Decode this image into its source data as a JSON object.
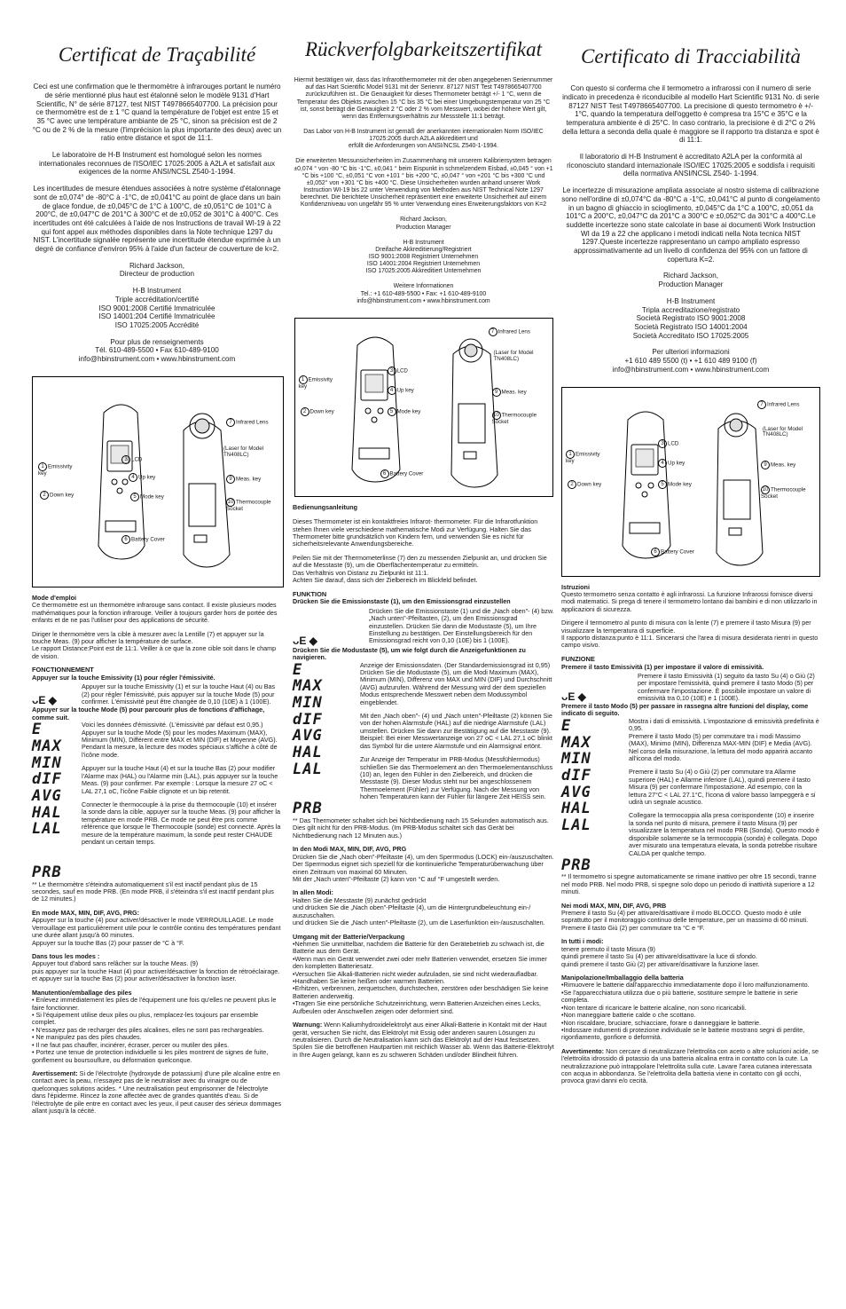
{
  "fr": {
    "title": "Certificat de Traçabilité",
    "intro": "Ceci est une confirmation que le thermomètre à infrarouges portant le numéro de série mentionné plus haut est étalonné selon le modèle 9131 d'Hart Scientific, N° de série 87127, test NIST T4978665407700. La précision pour ce thermomètre est de ± 1 °C quand la température de l'objet est entre 15 et 35 °C avec une température ambiante de 25 °C, sinon sa précision est de 2 °C ou de 2 % de la mesure (l'imprécision la plus importante des deux) avec un ratio entre distance et spot de 11:1.",
    "lab": "Le laboratoire de H-B Instrument est homologué selon les normes internationales reconnues de l'ISO/IEC 17025:2005 à A2LA et satisfait aux exigences de la norme ANSI/NCSL Z540-1-1994.",
    "uncert": "Les incertitudes de mesure étendues associées à notre système d'étalonnage sont de ±0,074° de -80°C à -1°C, de ±0,041°C au point de glace dans un bain de glace fondue, de ±0,045°C de 1°C à 100°C, de ±0,051°C de 101°C à 200°C, de ±0,047°C de 201°C à 300°C et de ±0,052 de 301°C à 400°C. Ces incertitudes ont été calculées à l'aide de nos Instructions de travail WI-19 à 22 qui font appel aux méthodes disponibles dans la Note technique 1297 du NIST. L'incertitude signalée représente une incertitude étendue exprimée à un degré de confiance d'environ 95% à l'aide d'un facteur de couverture de k=2.",
    "sign": "Richard Jackson,\nDirecteur de production",
    "company": "H-B Instrument\nTriple accréditation/certifié\nISO 9001:2008 Certifié Immatriculée\nISO 14001:204 Certifié Immatriculée\nISO 17025:2005 Accrédité",
    "contact": "Pour plus de renseignements\nTél. 610-489-5500 • Fax 610-489-9100\ninfo@hbinstrument.com • www.hbinstrument.com",
    "mode_title": "Mode d'emploi",
    "mode_p1": "Ce thermomètre est un thermomètre infrarouge sans contact. Il existe plusieurs modes mathématiques pour la fonction infrarouge. Veiller à toujours garder hors de portée des enfants et de ne pas l'utiliser pour des applications de sécurité.",
    "mode_p2": "Diriger le thermomètre vers la cible à mesurer avec la Lentille (7) et appuyer sur la touche Meas. (9) pour afficher la température de surface.\nLe rapport Distance:Point est de 11:1. Veiller à ce que la zone cible soit dans le champ de vision.",
    "func_title": "FONCTIONNEMENT",
    "func_sub1": "Appuyer sur la touche Emissivity (1) pour régler l'émissivité.",
    "func_emi": "Appuyer sur la touche Emissivity (1) et sur la touche Haut (4) ou Bas (2) pour régler l'émissivité, puis appuyer sur la touche Mode (5) pour confirmer. L'émissivité peut être changée de 0,10 (10E) à 1 (100E).",
    "func_sub2": "Appuyer sur la touche Mode (5) pour parcourir plus de fonctions d'affichage, comme suit.",
    "func_m1": "Voici les données d'émissivité. (L'émissivité par défaut est 0,95.)\nAppuyer sur la touche Mode (5) pour les modes Maximum (MAX), Minimum (MIN), Différent entre MAX et MIN (DIF) et Moyenne (AVG). Pendant la mesure, la lecture des modes spéciaux s'affiche à côté de l'icône mode.",
    "func_m2": "Appuyer sur la touche Haut (4) et sur la touche Bas (2) pour modifier l'Alarme max (HAL) ou l'Alarme min (LAL), puis appuyer sur la touche Meas. (9) pour confirmer. Par exemple : Lorsque la mesure 27 oC < LAL 27,1 oC, l'icône Faible clignote et un bip retentit.",
    "func_m3": "Connecter le thermocouple à la prise du thermocouple (10) et insérer la sonde dans la cible, appuyer sur la touche Meas. (9) pour afficher la température en mode PRB. Ce mode ne peut être pris comme référence que lorsque le Thermocouple (sonde) est connecté. Après la mesure de la température maximum, la sonde peut rester CHAUDE pendant un certain temps.",
    "note": "** Le thermomètre s'éteindra automatiquement s'il est inactif pendant plus de 15 secondes, sauf en mode PRB. (En mode PRB, il s'éteindra s'il est inactif pendant plus de 12 minutes.)",
    "modes_title": "En mode MAX, MIN, DIF, AVG, PRG:",
    "modes_text": "Appuyer sur la touche (4) pour activer/désactiver le mode VERROUILLAGE. Le mode Verrouillage est particulièrement utile pour le contrôle continu des températures pendant une durée allant jusqu'à 60 minutes.\nAppuyer sur la touche Bas (2) pour passer de °C à °F.",
    "all_title": "Dans tous les modes :",
    "all_text": "Appuyer tout d'abord sans relâcher sur la touche Meas. (9)\npuis appuyer sur la touche Haut (4) pour activer/désactiver la fonction de rétroéclairage.\net appuyer sur la touche Bas (2) pour activer/désactiver la fonction laser.",
    "batt_title": "Manutention/emballage des piles",
    "batt_text": "• Enlevez immédiatement les piles de l'équipement une fois qu'elles ne peuvent plus le faire fonctionner.\n• Si l'équipement utilise deux piles ou plus, remplacez-les toujours par ensemble complet.\n• N'essayez pas de recharger des piles alcalines, elles ne sont pas rechargeables.\n• Ne manipulez pas des piles chaudes.\n• Il ne faut pas chauffer, incinérer, écraser, percer ou mutiler des piles.\n• Portez une tenue de protection individuelle si les piles montrent de signes de fuite, gonflement ou boursouflure, ou déformation quelconque.",
    "warn_label": "Avertissement:",
    "warn_text": "Si de l'électrolyte (hydroxyde de potassium) d'une pile alcaline entre en contact avec la peau, n'essayez pas de le neutraliser avec du vinaigre ou de quelconques solutions acides. * Une neutralisation peut emprisonner de l'électrolyte dans l'épiderme. Rincez la zone affectée avec de grandes quantités d'eau. Si de l'électrolyte de pile entre en contact avec les yeux, il peut causer des sérieux dommages allant jusqu'à la cécité."
  },
  "de": {
    "title": "Rückverfolgbarkeitszertifikat",
    "intro": "Hiermit bestätigen wir, dass das Infrarotthermometer mit der oben angegebenen Seriennummer auf das Hart Scientific Model 9131 mit der Seriennr. 87127 NIST Test T4978665407700 zurückzuführen ist.. Die Genauigkeit für dieses Thermometer beträgt +/- 1 °C, wenn die Temperatur des Objekts zwischen 15 °C bis 35 °C bei einer Umgebungstemperatur von 25 °C ist, sonst beträgt die Genauigkeit 2 °C oder 2 % vom Messwert, wobei der höhere Wert gilt, wenn das Entfernungsverhältnis zur Messstelle 11:1 beträgt.",
    "lab": "Das Labor von H-B Instrument ist gemäß der anerkannten internationalen Norm ISO/IEC 17025:2005 durch A2LA akkreditiert und\nerfüllt die Anforderungen von ANSI/NCSL Z540-1-1994.",
    "uncert": "Die erweiterten Messunsicherheiten im Zusammenhang mit unserem Kalibriersystem betragen ±0,074 ° von -80 °C bis -1°C, ±0,041 ° beim Eispunkt in schmelzendem Eisbad, ±0,045 ° von +1 °C bis +100 °C, ±0,051 °C von +101 ° bis +200 °C, ±0,047 ° von +201 °C bis +300 °C und ±0,052° von +301 °C bis +400 °C. Diese Unsicherheiten wurden anhand unserer Work Instruction WI-19 bis 22 unter Verwendung von Methoden aus NIST Technical Note 1297 berechnet. Die berichtete Unsicherheit repräsentiert eine erweiterte Unsicherheit auf einem Konfidenzniveau von ungefähr 95 % unter Verwendung eines Erweiterungsfaktors von K=2",
    "sign": "Richard Jackson,\nProduction Manager",
    "company": "H-B Instrument\nDreifache Akkreditierung/Registriert\nISO 9001:2008 Registriert Unternehmen\nISO 14001:2004 Registriert Unternehmen\nISO 17025:2005 Akkreditiert Unternehmen",
    "contact": "Weitere Informationen\nTel.: +1 610-489-5500 • Fax: +1 610-489-9100\ninfo@hbinstrument.com • www.hbinstrument.com",
    "mode_title": "Bedienungsanleitung",
    "mode_p1": "Dieses Thermometer ist ein kontaktfreies Infrarot- thermometer. Für die Infrarotfunktion stehen Ihnen viele verschiedene mathematische Modi zur Verfügung. Halten Sie das Thermometer bitte grundsätzlich von Kindern fern, und verwenden Sie es nicht für sicherheitsrelevante Anwendungsbereiche.",
    "mode_p2": "Peilen Sie mit der Thermometerlinse (7) den zu messenden Zielpunkt an, und drücken Sie auf die Messtaste (9), um die Oberflächentemperatur zu ermitteln.\nDas Verhältnis von Distanz zu Zielpunkt ist 11:1.\nAchten Sie darauf, dass sich der Zielbereich im Blickfeld befindet.",
    "func_title": "FUNKTION",
    "func_sub1": "Drücken Sie die Emissionstaste (1), um den Emissionsgrad einzustellen",
    "func_emi": "Drücken Sie die Emissionstaste (1) und die „Nach oben\"- (4) bzw. „Nach unten\"-Pfeiltasten, (2), um den Emissionsgrad einzustellen. Drücken Sie dann die Modustaste (5), um Ihre Einstellung zu bestätigen. Der Einstellungsbereich für den Emissionsgrad reicht von 0,10 (10E) bis 1 (100E).",
    "func_sub2": "Drücken Sie die Modustaste (5), um wie folgt durch die Anzeigefunktionen zu navigieren.",
    "func_m1": "Anzeige der Emissionsdaten. (Der Standardemissionsgrad ist 0,95)\nDrücken Sie die Modustaste (5), um die Modi Maximum (MAX), Minimum (MIN), Differenz von MAX und MIN (DIF) und Durchschnitt (AVG) aufzurufen. Während der Messung wird der dem speziellen Modus entsprechende Messwert neben dem Modussymbol eingeblendet.",
    "func_m2": "Mit den „Nach oben\"- (4) und „Nach unten\"-Pfeiltaste (2) können Sie von der hohen Alarmstufe (HAL) auf die niedrige Alarmstufe (LAL) umstellen. Drücken Sie dann zur Bestätigung auf die Messtaste (9). Beispiel: Bei einer Messwertanzeige von 27 oC < LAL 27,1 oC blinkt das Symbol für die untere Alarmstufe und ein Alarmsignal ertönt.",
    "func_m3": "Zur Anzeige der Temperatur im PRB-Modus (Messfühlermodus) schließen Sie das Thermoelement an den Thermoelementanschluss (10) an, legen den Fühler in den Zielbereich, und drücken die Messtaste (9). Dieser Modus steht nur bei angeschlossenem Thermoelement (Fühler) zur Verfügung.  Nach der Messung von hohen Temperaturen kann der Fühler für längere Zeit HEISS sein.",
    "note": "** Das Thermometer schaltet sich bei Nichtbedienung nach 15 Sekunden automatisch aus. Dies gilt nicht für den PRB-Modus. (Im PRB-Modus schaltet sich das Gerät bei Nichtbedienung nach 12 Minuten aus.)",
    "modes_title": "In den Modi MAX, MIN, DIF, AVG, PRG",
    "modes_text": "Drücken Sie die „Nach oben\"-Pfeiltaste (4), um den Sperrmodus (LOCK) ein-/auszuschalten. Der Sperrmodus eignet sich speziell für die kontinuierliche Temperaturüberwachung über einen Zeitraum von maximal 60 Minuten.\nMit der „Nach unten\"-Pfeiltaste (2) kann von °C auf °F umgestellt werden.",
    "all_title": "In allen Modi:",
    "all_text": "Halten Sie die Messtaste (9) zunächst gedrückt\nund drücken Sie die „Nach oben\"-Pfeiltaste (4), um die Hintergrundbeleuchtung ein-/ auszuschalten.\nund drücken Sie die „Nach unten\"-Pfeiltaste (2), um die Laserfunktion ein-/auszuschalten.",
    "batt_title": "Umgang mit der Batterie/Verpackung",
    "batt_text": "•Nehmen Sie unmittelbar, nachdem die Batterie für den Gerätebetrieb zu schwach ist, die Batterie aus dem Gerät.\n•Wenn man ein Gerät verwendet zwei oder mehr Batterien verwendet, ersetzen Sie immer den kompletten Batteriesatz.\n•Versuchen Sie Alkali-Batterien nicht wieder aufzuladen, sie sind nicht wiederaufladbar.\n•Handhaben Sie keine heißen oder warmen Batterien.\n•Erhitzen, verbrennen, zerquetschen, durchstechen, zerstören oder beschädigen Sie keine Batterien anderweitig.\n•Tragen Sie eine persönliche Schutzeinrichtung, wenn Batterien Anzeichen eines Lecks, Aufbeulen oder Anschwellen zeigen oder deformiert sind.",
    "warn_label": "Warnung:",
    "warn_text": "Wenn Kaliumhydroxidelektrolyt aus einer Alkali-Batterie in Kontakt mit der Haut gerät, versuchen Sie nicht, das Elektrolyt mit Essig oder anderen sauren Lösungen zu neutralisieren. Durch die Neutralisation kann sich das Elektrolyt auf der Haut festsetzen. Spülen Sie die betroffenen Hautpartien mit reichlich Wasser ab. Wenn das Batterie-Elektrolyt in Ihre Augen gelangt, kann es zu schweren Schäden und/oder Blindheit führen."
  },
  "it": {
    "title": "Certificato di Tracciabilità",
    "intro": "Con questo si conferma che il termometro a infrarossi con il numero di serie indicato in precedenza è riconducibile al modello Hart Scientific 9131 No. di serie 87127 NIST Test T4978665407700. La precisione di questo termometro è +/- 1°C, quando la temperatura dell'oggetto è compresa tra 15°C e 35°C e la temperatura ambiente è di 25°C. In caso contrario, la precisione è di 2°C o 2% della lettura a seconda della quale è maggiore se il rapporto tra distanza e spot è di 11:1.",
    "lab": "Il laboratorio di H-B Instrument è accreditato A2LA per la conformità al riconosciuto standard internazionale ISO/IEC 17025:2005 e soddisfa i requisiti della normativa ANSI/NCSL Z540- 1-1994.",
    "uncert": "Le incertezze di misurazione ampliata associate al nostro sistema di calibrazione sono nell'ordine di ±0,074°C da -80°C a -1°C, ±0,041°C al punto di congelamento in un bagno di ghiaccio in scioglimento, ±0,045°C da 1°C a 100°C, ±0,051 da 101°C a 200°C, ±0,047°C da 201°C a 300°C e ±0,052°C da 301°C a 400°C.Le suddette incertezze sono state calcolate in base ai documenti Work Instruction WI da 19 a 22 che applicano i metodi indicati nella Nota tecnica NIST 1297.Queste incertezze rappresentano un campo ampliato espresso approssimativamente ad un livello di confidenza del 95% con un fattore di copertura K=2.",
    "sign": "Richard Jackson,\nProduction Manager",
    "company": "H-B Instrument\nTripla accreditazione/registrato\nSocietà Registrato ISO 9001:2008\nSocietà Registrato ISO 14001:2004\nSocietà Accreditato ISO 17025:2005",
    "contact": "Per ulteriori informazioni\n+1 610 489 5500 (t) • +1 610 489 9100 (f)\ninfo@hbinstrument.com • www.hbinstrument.com",
    "mode_title": "Istruzioni",
    "mode_p1": "Questo termometro senza contatto è agli infrarossi. La funzione Infrarossi fornisce diversi modi matematici. Si prega di tenere il termometro lontano dai bambini e di non utilizzarlo in applicazioni di sicurezza.",
    "mode_p2": "Dirigere il termometro al punto di misura con la lente (7) e premere il tasto Misura (9) per visualizzare la temperatura di superficie.\nIl rapporto distanza:punto è 11:1. Sincerarsi che l'area di misura desiderata rientri in questo campo visivo.",
    "func_title": "FUNZIONE",
    "func_sub1": "Premere il tasto Emissività (1) per impostare il valore di emissività.",
    "func_emi": "Premere il tasto Emissività (1) seguito da tasto Su (4) o Giù (2) per impostare l'emissività, quindi premere il tasto Modo (5) per confermare l'impostazione. È possibile impostare un valore di emissività tra 0,10 (10E) e 1 (100E).",
    "func_sub2": "Premere il tasto Modo (5) per passare in rassegna altre funzioni del display, come indicato di seguito.",
    "func_m1": "Mostra i dati di emissività. L'impostazione di emissività predefinita è 0,95.\nPremere il tasto Modo (5) per commutare tra i modi Massimo (MAX), Minimo (MIN), Differenza MAX-MIN (DIF) e Media (AVG). Nel corso della misurazione, la lettura del modo apparirà accanto all'icona del modo.",
    "func_m2": "Premere il tasto Su (4) o Giù (2) per commutare tra Allarme superiore (HAL) e Allarme inferiore (LAL), quindi premere il tasto Misura (9) per confermare l'impostazione. Ad esempio, con la lettura 27°C < LAL 27.1°C, l'icona di valore basso lampeggerà e si udirà un segnale acustico.",
    "func_m3": "Collegare la termocoppia alla presa corrispondente (10) e inserire la sonda nel punto di misura, premere il tasto Misura (9) per visualizzare la temperatura nel modo PRB (Sonda). Questo modo è disponibile solamente se la termocoppia (sonda) è collegata.  Dopo aver misurato una temperatura elevata, la sonda potrebbe risultare CALDA per qualche tempo.",
    "note": "** Il termometro si spegne automaticamente se rimane inattivo per oltre 15 secondi, tranne nel modo PRB. Nel modo PRB, si spegne solo dopo un periodo di inattività superiore a 12 minuti.",
    "modes_title": "Nei modi MAX, MIN, DIF, AVG, PRB",
    "modes_text": "Premere il tasto Su (4) per attivare/disattivare il modo BLOCCO.  Questo modo è utile soprattutto per il monitoraggio continuo delle temperature, per un massimo di 60 minuti.\nPremere il tasto Giù (2) per commutare tra °C e °F.",
    "all_title": "In tutti i modi:",
    "all_text": "tenere premuto il tasto Misura (9)\nquindi premere il tasto Su (4) per attivare/disattivare la luce di sfondo.\nquindi premere il tasto Giù (2) per attivare/disattivare la funzione laser.",
    "batt_title": "Manipolazione/Imballaggio della batteria",
    "batt_text": "•Rimuovere le batterie dall'apparecchio immediatamente dopo il loro malfunzionamento.\n•Se l'apparecchiatura utilizza due o più batterie, sostituire sempre le batterie in serie completa.\n•Non tentare di ricaricare le batterie alcaline, non sono ricaricabili.\n•Non maneggiare batterie calde o che scottano.\n•Non riscaldare, bruciare, schiacciare, forare o danneggiare le batterie.\n•Indossare indumenti di protezione individuale se le batterie mostrano segni di perdite, rigonfiamento, gonfiore o deformità.",
    "warn_label": "Avvertimento:",
    "warn_text": "Non cercare di neutralizzare l'elettrolita con aceto o altre soluzioni acide, se l'elettrolita idrossido di potassio da una batteria alcalina entra in contatto con la cute.  La neutralizzazione può intrappolare l'elettrolita sulla cute. Lavare l'area cutanea interessata con acqua in abbondanza. Se l'elettrolita della batteria viene in contatto con gli occhi, provoca gravi danni e/o cecità."
  },
  "diagram": {
    "lens": "Infrared Lens",
    "laser": "(Laser for Model\nTN408LC)",
    "emissivity": "Emissivity\nkey",
    "lcd": "LCD",
    "up": "Up key",
    "meas": "Meas. key",
    "mode": "Mode key",
    "down": "Down key",
    "thermo": "Thermocouple\nSocket",
    "battery": "Battery Cover",
    "n1": "1",
    "n2": "2",
    "n3": "3",
    "n4": "4",
    "n5": "5",
    "n6": "6",
    "n7": "7",
    "n8": "8",
    "n9": "9",
    "n10": "10"
  },
  "lcd": {
    "e_icon": "ᴗE ◆",
    "e": "E",
    "max": "MAX",
    "min": "MIN",
    "dif": "dIF",
    "avg": "AVG",
    "hal": "HAL",
    "lal": "LAL",
    "prb": "PRB"
  }
}
